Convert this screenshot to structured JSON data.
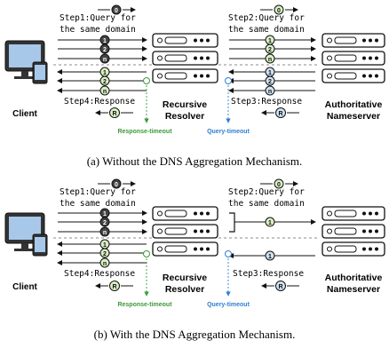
{
  "colors": {
    "ink": "#111111",
    "green_fill": "#d9efc4",
    "blue_fill": "#cfe0f2",
    "timeout_green": "#3a9a3a",
    "timeout_blue": "#2f7fd0",
    "monitor_blue": "#a8c8ea"
  },
  "diagram_a": {
    "step1": [
      "Step1:Query for",
      "the same domain"
    ],
    "step2": [
      "Step2:Query for",
      "the same domain"
    ],
    "step3": "Step3:Response",
    "step4": "Step4:Response",
    "client": "Client",
    "resolver": [
      "Recursive",
      "Resolver"
    ],
    "nameserver": [
      "Authoritative",
      "Nameserver"
    ],
    "resp_timeout": "Response-timeout",
    "query_timeout": "Query-timeout",
    "tokens": {
      "zero": "0",
      "one": "1",
      "two": "2",
      "n": "n",
      "r": "R"
    },
    "caption": "(a)  Without the DNS Aggregation Mechanism."
  },
  "diagram_b": {
    "step1": [
      "Step1:Query for",
      "the same domain"
    ],
    "step2": [
      "Step2:Query for",
      "the same domain"
    ],
    "step3": "Step3:Response",
    "step4": "Step4:Response",
    "client": "Client",
    "resolver": [
      "Recursive",
      "Resolver"
    ],
    "nameserver": [
      "Authoritative",
      "Nameserver"
    ],
    "resp_timeout": "Response-timeout",
    "query_timeout": "Query-timeout",
    "tokens": {
      "zero": "0",
      "one": "1",
      "two": "2",
      "n": "n",
      "r": "R"
    },
    "caption": "(b)  With the DNS Aggregation Mechanism."
  }
}
